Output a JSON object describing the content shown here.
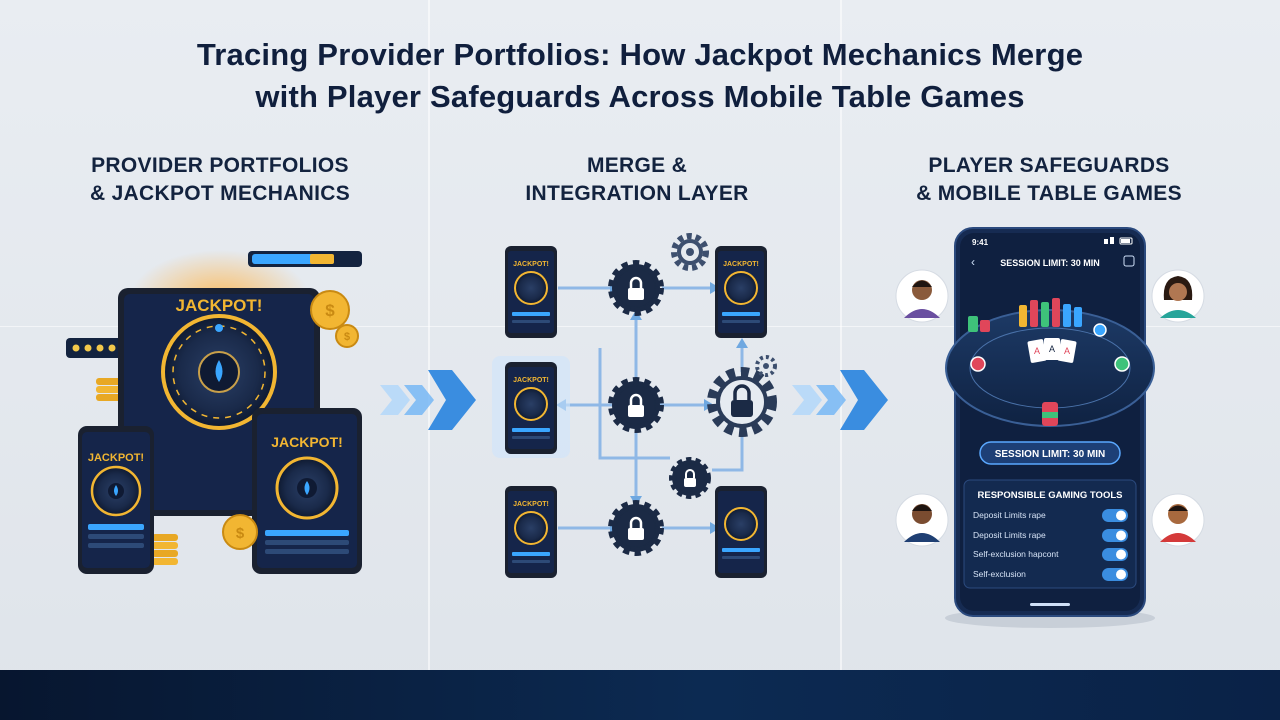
{
  "title_line1": "Tracing Provider Portfolios: How Jackpot Mechanics Merge",
  "title_line2": "with Player Safeguards Across Mobile Table Games",
  "columns": {
    "left": {
      "line1": "PROVIDER PORTFOLIOS",
      "line2": "& JACKPOT MECHANICS"
    },
    "middle": {
      "line1": "MERGE &",
      "line2": "INTEGRATION LAYER"
    },
    "right": {
      "line1": "PLAYER SAFEGUARDS",
      "line2": "& MOBILE TABLE GAMES"
    }
  },
  "jackpot": {
    "tablet_label": "JACKPOT!",
    "phone_label": "JACKPOT!",
    "tablet2_label": "JACKPOT!",
    "mini_label": "JACKPOT!"
  },
  "phone": {
    "time": "9:41",
    "header": "SESSION LIMIT: 30 MIN",
    "banner": "SESSION LIMIT: 30 MIN",
    "tools_title": "RESPONSIBLE GAMING TOOLS",
    "tools": [
      {
        "label": "Deposit Limits rape"
      },
      {
        "label": "Deposit Limits rape"
      },
      {
        "label": "Self-exclusion hapcont"
      },
      {
        "label": "Self-exclusion"
      }
    ]
  },
  "colors": {
    "navy": "#0d1b36",
    "accent_blue": "#3a8de0",
    "gold": "#f2b632",
    "toggle_on": "#3a8de0"
  },
  "icons": [
    "coin-icon",
    "lock-icon",
    "gear-icon",
    "arrow-icon",
    "avatar-icon",
    "toggle-icon"
  ]
}
